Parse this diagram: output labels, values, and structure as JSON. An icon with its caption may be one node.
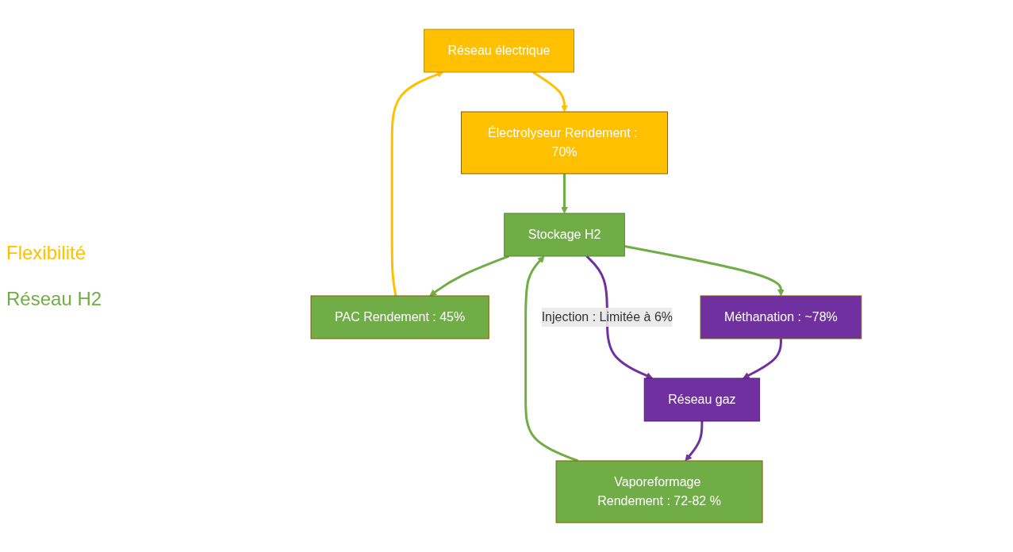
{
  "diagram": {
    "nodes": [
      {
        "text": [
          "Réseau électrique"
        ]
      },
      {
        "text": [
          "Électrolyseur Rendement : 70%"
        ]
      },
      {
        "text": [
          "PAC Rendement : 45%"
        ]
      },
      {
        "text": [
          "Stockage H2"
        ]
      },
      {
        "text": [
          "Méthanation : ~78%"
        ]
      },
      {
        "text": [
          "Vaporeformage Rendement : 72-82 %"
        ]
      },
      {
        "text": [
          "Réseau gaz"
        ]
      }
    ],
    "edges": [
      {
        "from": 0,
        "to": 1,
        "arrow": "to",
        "color": "#ffc000"
      },
      {
        "from": 2,
        "to": 0,
        "arrow": "to",
        "color": "#ffc000"
      },
      {
        "from": 1,
        "to": 3,
        "arrow": "to"
      },
      {
        "from": 3,
        "to": 2,
        "arrow": "to"
      },
      {
        "from": 3,
        "to": 4,
        "arrow": "to"
      },
      {
        "from": 5,
        "to": 3,
        "arrow": "to"
      },
      {
        "from": 4,
        "to": 6,
        "arrow": "to",
        "color": "#7030a0"
      },
      {
        "from": 3,
        "to": 6,
        "arrow": "to",
        "label": "Injection : Limitée à 6%",
        "color": "#7030a0"
      },
      {
        "from": 6,
        "to": 5,
        "arrow": "to",
        "color": "#7030a0"
      }
    ],
    "labels": [
      "Flexibilité",
      "Réseau H2"
    ]
  }
}
